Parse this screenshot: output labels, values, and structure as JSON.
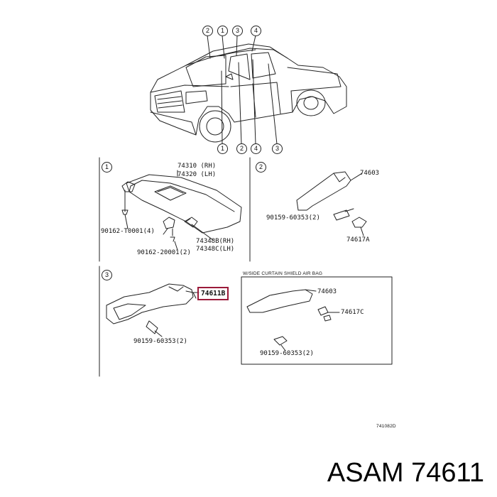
{
  "callouts_top": [
    "2",
    "1",
    "3",
    "4"
  ],
  "callouts_bottom": [
    "1",
    "2",
    "4",
    "3"
  ],
  "sections": {
    "s1": {
      "number": "1",
      "part_a": "74310 (RH)",
      "part_b": "74320 (LH)",
      "screw": "90162-T0001(4)",
      "clip_rh": "74348B(RH)",
      "clip_lh": "74348C(LH)",
      "screw2": "90162-20001(2)"
    },
    "s2": {
      "number": "2",
      "grip": "74603",
      "bolt": "90159-60353(2)",
      "cap": "74617A"
    },
    "s3": {
      "number": "3",
      "highlight": "74611B",
      "bolt": "90159-60353(2)",
      "inset_title": "W/SIDE CURTAIN SHIELD AIR BAG",
      "inset_grip": "74603",
      "inset_cap": "74617C",
      "inset_bolt": "90159-60353(2)"
    }
  },
  "drawing_code": "741082D",
  "brand": "ASAM 74611"
}
